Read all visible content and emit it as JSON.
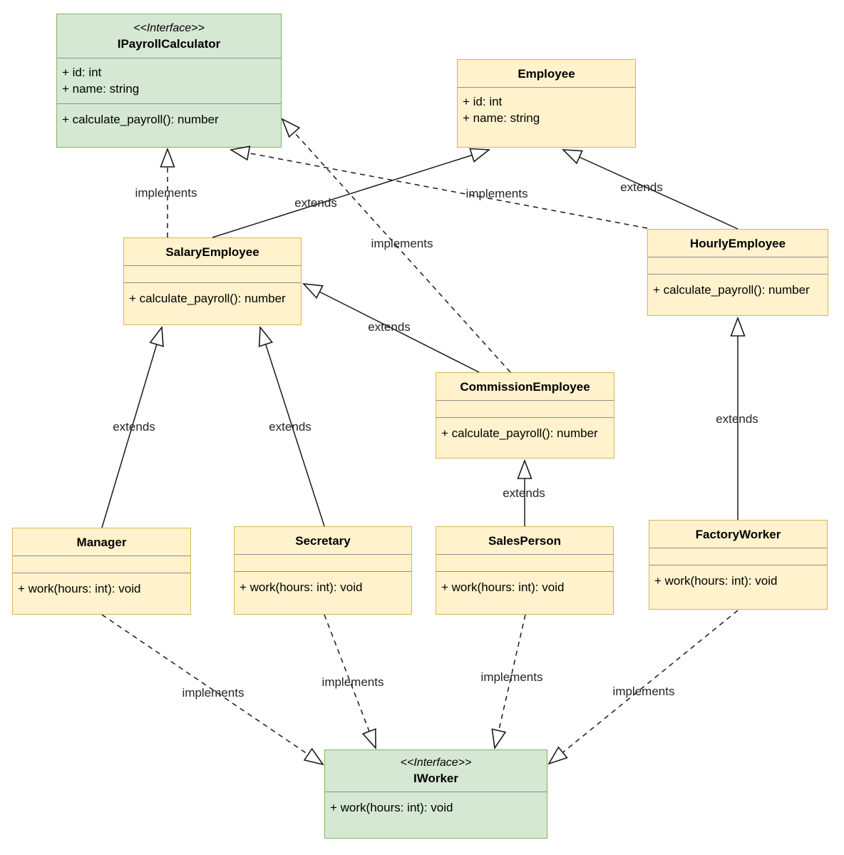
{
  "diagram": {
    "type": "uml-class-diagram",
    "colors": {
      "interface_fill": "#d5e8d4",
      "interface_border": "#82b366",
      "class_fill": "#fff2cc",
      "class_border": "#d6b656",
      "divider": "#8f8f8f",
      "connector": "#1a1a1a",
      "background": "#ffffff"
    },
    "classes": {
      "ipayrollcalculator": {
        "stereotype": "<<Interface>>",
        "name": "IPayrollCalculator",
        "attributes": [
          "+ id: int",
          "+ name: string"
        ],
        "methods": [
          "+ calculate_payroll(): number"
        ]
      },
      "employee": {
        "name": "Employee",
        "attributes": [
          "+ id: int",
          "+ name: string"
        ]
      },
      "salaryemployee": {
        "name": "SalaryEmployee",
        "methods": [
          "+ calculate_payroll(): number"
        ]
      },
      "hourlyemployee": {
        "name": "HourlyEmployee",
        "methods": [
          "+ calculate_payroll(): number"
        ]
      },
      "commissionemployee": {
        "name": "CommissionEmployee",
        "methods": [
          "+ calculate_payroll(): number"
        ]
      },
      "manager": {
        "name": "Manager",
        "methods": [
          "+ work(hours: int): void"
        ]
      },
      "secretary": {
        "name": "Secretary",
        "methods": [
          "+ work(hours: int): void"
        ]
      },
      "salesperson": {
        "name": "SalesPerson",
        "methods": [
          "+ work(hours: int): void"
        ]
      },
      "factoryworker": {
        "name": "FactoryWorker",
        "methods": [
          "+ work(hours: int): void"
        ]
      },
      "iworker": {
        "stereotype": "<<Interface>>",
        "name": "IWorker",
        "methods": [
          "+ work(hours: int): void"
        ]
      }
    },
    "relationships": {
      "salaryemployee_implements_ipayrollcalculator": {
        "label": "implements"
      },
      "hourlyemployee_implements_ipayrollcalculator": {
        "label": "implements"
      },
      "commissionemployee_implements_ipayrollcalculator": {
        "label": "implements"
      },
      "salaryemployee_extends_employee": {
        "label": "extends"
      },
      "hourlyemployee_extends_employee": {
        "label": "extends"
      },
      "commissionemployee_extends_salaryemployee": {
        "label": "extends"
      },
      "manager_extends_salaryemployee": {
        "label": "extends"
      },
      "secretary_extends_salaryemployee": {
        "label": "extends"
      },
      "salesperson_extends_commissionemployee": {
        "label": "extends"
      },
      "factoryworker_extends_hourlyemployee": {
        "label": "extends"
      },
      "manager_implements_iworker": {
        "label": "implements"
      },
      "secretary_implements_iworker": {
        "label": "implements"
      },
      "salesperson_implements_iworker": {
        "label": "implements"
      },
      "factoryworker_implements_iworker": {
        "label": "implements"
      }
    }
  }
}
